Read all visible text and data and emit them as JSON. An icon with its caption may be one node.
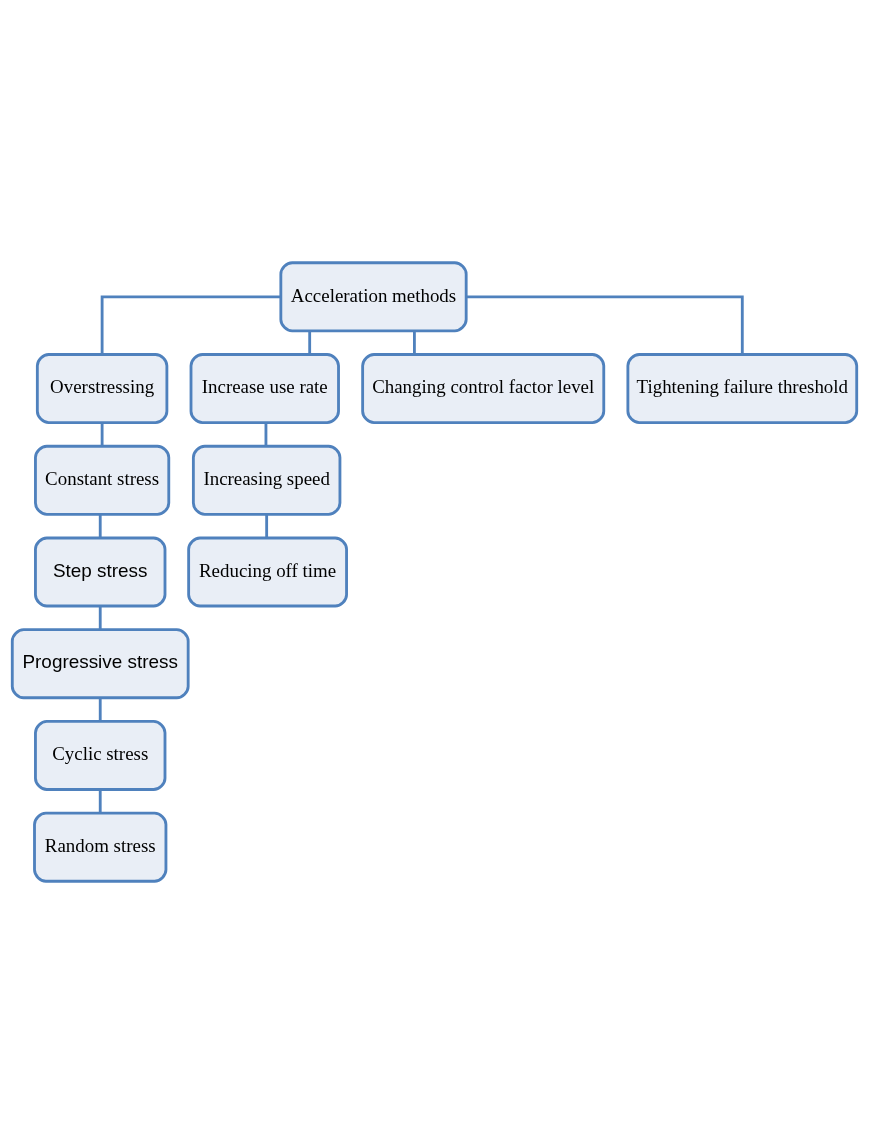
{
  "diagram": {
    "nodes": [
      {
        "text": [
          "Acceleration methods"
        ]
      },
      {
        "text": [
          "Overstressing"
        ]
      },
      {
        "text": [
          "Increase use rate"
        ]
      },
      {
        "text": [
          "Changing control factor level"
        ]
      },
      {
        "text": [
          "Tightening failure threshold"
        ]
      },
      {
        "text": [
          "Constant stress"
        ]
      },
      {
        "text": [
          "Step stress"
        ]
      },
      {
        "text": [
          "Progressive stress"
        ]
      },
      {
        "text": [
          "Cyclic stress"
        ]
      },
      {
        "text": [
          "Random stress"
        ]
      },
      {
        "text": [
          "Increasing speed"
        ]
      },
      {
        "text": [
          "Reducing off time"
        ]
      }
    ],
    "edges": [
      {
        "from": 0,
        "to": 1,
        "arrow": "none"
      },
      {
        "from": 0,
        "to": 2,
        "arrow": "none"
      },
      {
        "from": 0,
        "to": 3,
        "arrow": "none"
      },
      {
        "from": 0,
        "to": 4,
        "arrow": "none"
      },
      {
        "from": 1,
        "to": 5,
        "arrow": "none"
      },
      {
        "from": 5,
        "to": 6,
        "arrow": "none"
      },
      {
        "from": 6,
        "to": 7,
        "arrow": "none"
      },
      {
        "from": 7,
        "to": 8,
        "arrow": "none"
      },
      {
        "from": 8,
        "to": 9,
        "arrow": "none"
      },
      {
        "from": 2,
        "to": 10,
        "arrow": "none"
      },
      {
        "from": 10,
        "to": 11,
        "arrow": "none"
      }
    ]
  }
}
